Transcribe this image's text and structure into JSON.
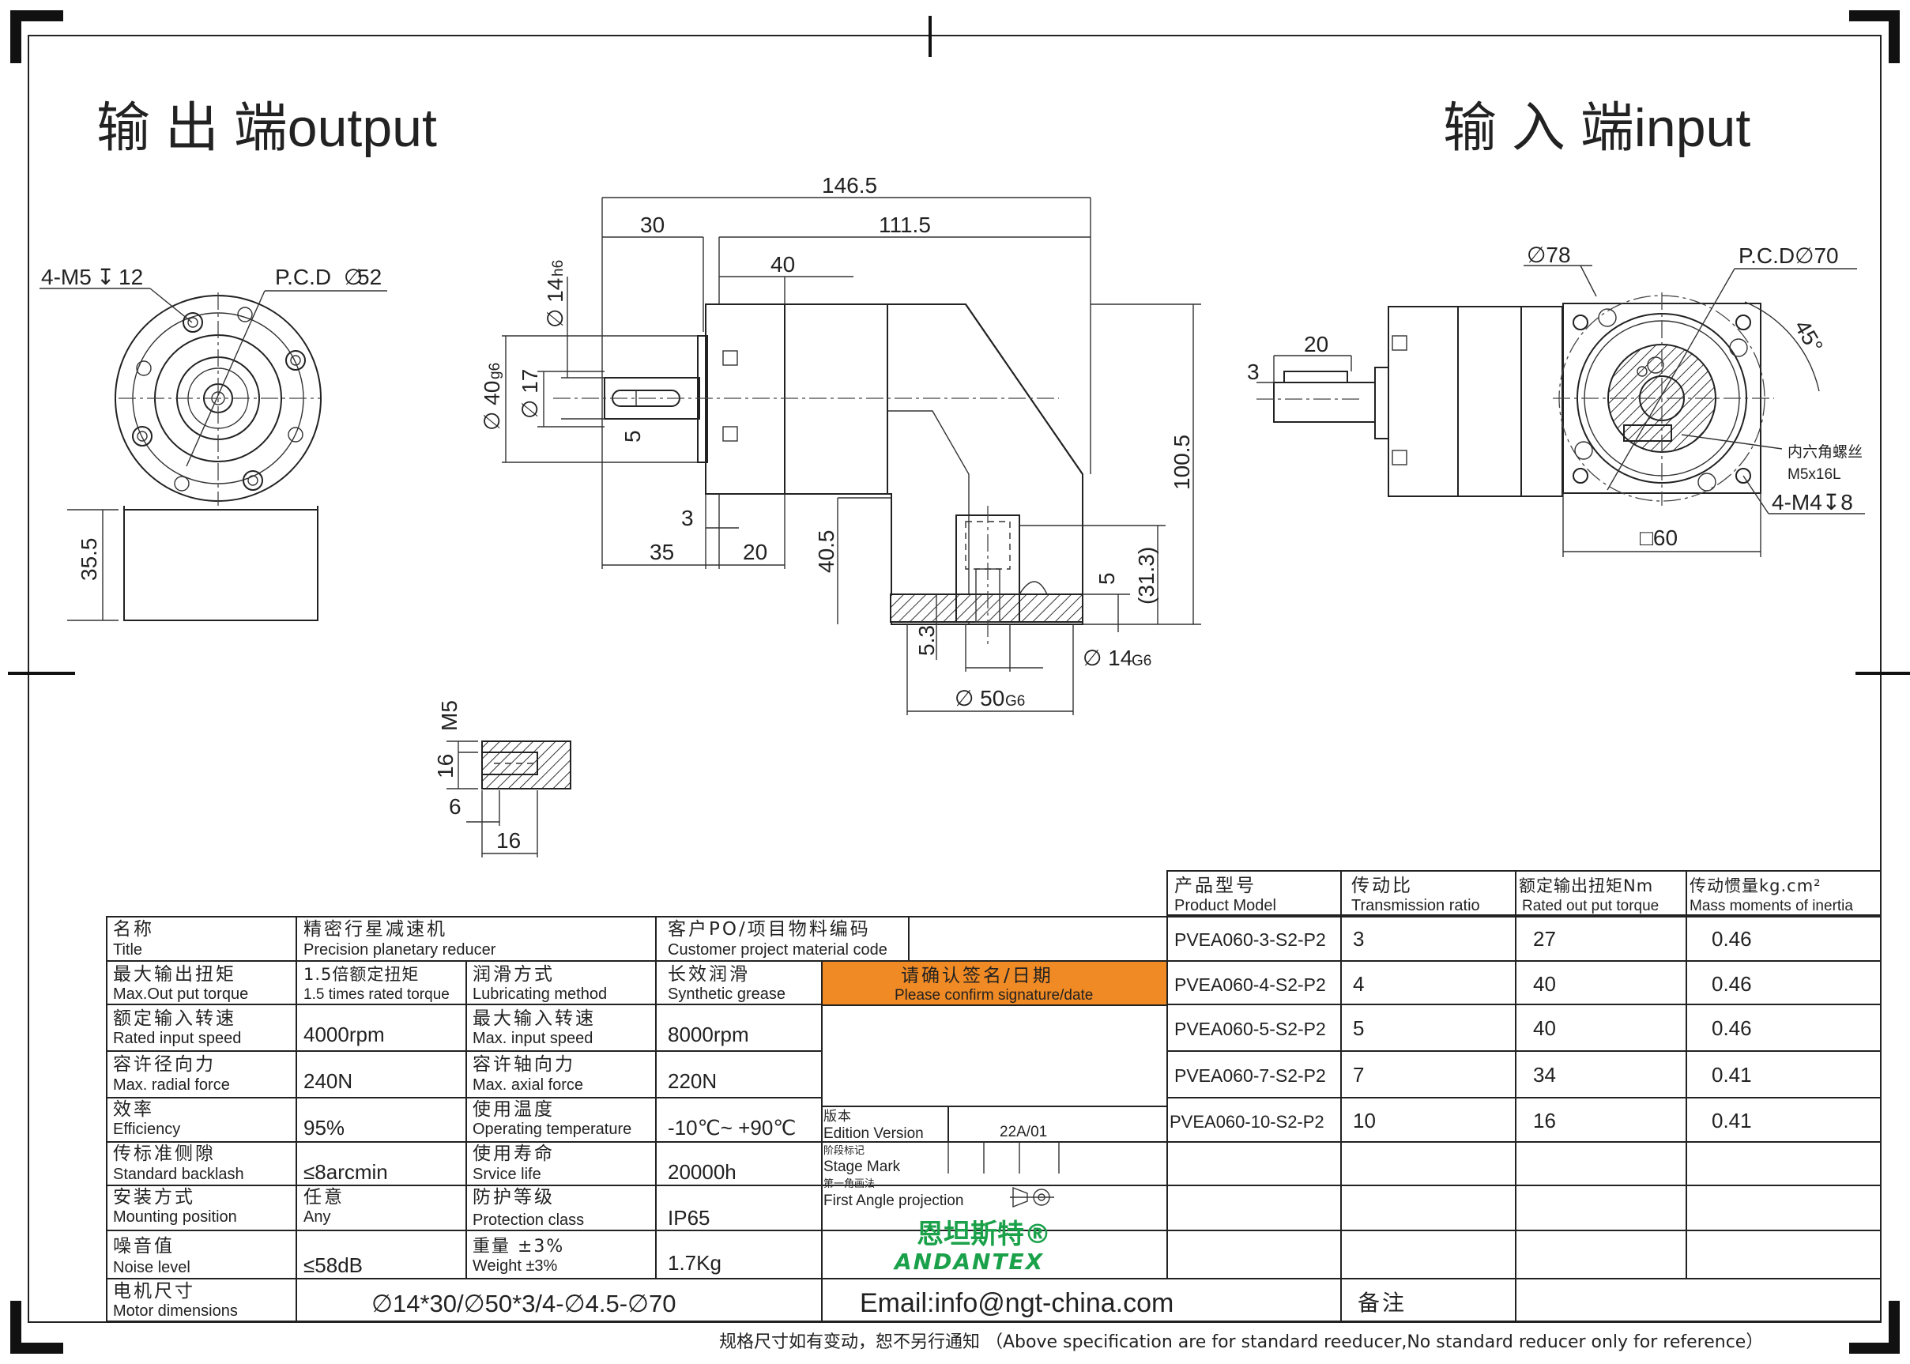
{
  "views": {
    "output_label": "输 出 端output",
    "input_label": "输 入 端input"
  },
  "dims": {
    "front_view": {
      "holes": "4-M5",
      "holes_depth": "12",
      "pcd": "P.C.D",
      "pcd_dia": "52",
      "base_height": "35.5"
    },
    "side_view": {
      "total_len": "146.5",
      "len_30": "30",
      "len_111": "111.5",
      "len_40": "40",
      "shaft_dia": "14",
      "shaft_fit": "h6",
      "pilot": "40",
      "pilot_fit": "g6",
      "dia17": "17",
      "key5": "5",
      "dim3": "3",
      "dim35": "35",
      "dim20": "20",
      "dim40_5": "40.5",
      "height100": "100.5",
      "dim5": "5",
      "dim31": "(31.3)",
      "dim5_3": "5.3",
      "bore14": "14",
      "bore14_fit": "G6",
      "bore50": "50",
      "bore50_fit": "G6"
    },
    "detail": {
      "m5": "M5",
      "d16": "16",
      "d6": "6",
      "d16b": "16"
    },
    "input_side": {
      "dim20": "20",
      "dim3": "3"
    },
    "input_face": {
      "d78": "78",
      "pcd": "P.C.D",
      "pcd_dia": "70",
      "angle": "45°",
      "screw_cn": "内六角螺丝",
      "screw_size": "M5x16L",
      "holes": "4-M4",
      "holes_depth": "8",
      "square": "□60"
    }
  },
  "spec_table": [
    {
      "cn": "名称",
      "en": "Title",
      "vcn": "精密行星减速机",
      "ven": "Precision planetary reducer",
      "c2cn": "客户PO/项目物料编码",
      "c2en": "Customer project material code"
    },
    {
      "cn": "最大输出扭矩",
      "en": "Max.Out put torque",
      "vcn": "1.5倍额定扭矩",
      "ven": "1.5 times rated torque",
      "c2cn": "润滑方式",
      "c2en": "Lubricating method",
      "v2cn": "长效润滑",
      "v2en": "Synthetic grease"
    },
    {
      "cn": "额定输入转速",
      "en": "Rated input speed",
      "v": "4000rpm",
      "c2cn": "最大输入转速",
      "c2en": "Max. input speed",
      "v2": "8000rpm"
    },
    {
      "cn": "容许径向力",
      "en": "Max. radial force",
      "v": "240N",
      "c2cn": "容许轴向力",
      "c2en": "Max. axial force",
      "v2": "220N"
    },
    {
      "cn": "效率",
      "en": "Efficiency",
      "v": "95%",
      "c2cn": "使用温度",
      "c2en": "Operating temperature",
      "v2": "-10℃~ +90℃"
    },
    {
      "cn": "传标准侧隙",
      "en": "Standard backlash",
      "v": "≤8arcmin",
      "c2cn": "使用寿命",
      "c2en": "Srvice life",
      "v2": "20000h"
    },
    {
      "cn": "安装方式",
      "en": "Mounting position",
      "vcn": "任意",
      "ven": "Any",
      "c2cn": "防护等级",
      "c2en": "Protection class",
      "v2": "IP65"
    },
    {
      "cn": "噪音值",
      "en": "Noise level",
      "v": "≤58dB",
      "c2cn": "重量 ±3%",
      "c2en": "Weight ±3%",
      "v2": "1.7Kg"
    }
  ],
  "motor": {
    "cn": "电机尺寸",
    "en": "Motor dimensions",
    "v": "∅14*30/∅50*3/4-∅4.5-∅70"
  },
  "confirm": {
    "cn": "请确认签名/日期",
    "en": "Please confirm signature/date"
  },
  "edition": {
    "cn": "版本",
    "en": "Edition Version",
    "v": "22A/01"
  },
  "stage": {
    "cn": "阶段标记",
    "en": "Stage Mark"
  },
  "projection": {
    "cn": "第一角画法",
    "en": "First Angle projection"
  },
  "logo": {
    "cn": "恩坦斯特®",
    "en": "ANDANTEX"
  },
  "email": "Email:info@ngt-china.com",
  "remark": "备注",
  "model_table": {
    "headers": [
      {
        "cn": "产品型号",
        "en": "Product Model"
      },
      {
        "cn": "传动比",
        "en": "Transmission ratio"
      },
      {
        "cn": "额定输出扭矩Nm",
        "en": "Rated out put torque"
      },
      {
        "cn": "传动惯量kg.cm²",
        "en": "Mass moments of inertia"
      }
    ],
    "rows": [
      {
        "model": "PVEA060-3-S2-P2",
        "ratio": "3",
        "torque": "27",
        "inertia": "0.46"
      },
      {
        "model": "PVEA060-4-S2-P2",
        "ratio": "4",
        "torque": "40",
        "inertia": "0.46"
      },
      {
        "model": "PVEA060-5-S2-P2",
        "ratio": "5",
        "torque": "40",
        "inertia": "0.46"
      },
      {
        "model": "PVEA060-7-S2-P2",
        "ratio": "7",
        "torque": "34",
        "inertia": "0.41"
      },
      {
        "model": "PVEA060-10-S2-P2",
        "ratio": "10",
        "torque": "16",
        "inertia": "0.41"
      }
    ]
  },
  "footer_note": "规格尺寸如有变动，恕不另行通知 （Above specification are for standard reeducer,No standard reducer only for reference）"
}
